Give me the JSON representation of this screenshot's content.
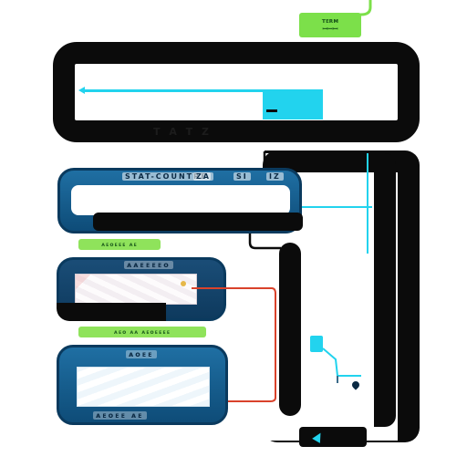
{
  "top_badge": {
    "line1": "ᴛᴇʀᴍ",
    "line2": "ꟷꟷꟷ"
  },
  "top_caption": "T A T Z",
  "panel1": {
    "label_left": "STAT-COUNTRE",
    "label_mid": "ZA",
    "label_right1": "SI",
    "label_right2": "IZ"
  },
  "pill1": "ᴀᴇᴏᴇᴇᴇ  ᴀᴇ",
  "panel2": {
    "label": "ᴀᴀᴇᴇᴇᴇᴏ"
  },
  "pill2": "ᴀᴇᴏ ᴀᴀ ᴀᴇᴏᴇᴇᴇᴇ",
  "panel3": {
    "label_top": "ᴀᴏᴇᴇ",
    "label_bottom": "ᴀᴇᴏᴇᴇ  ᴀᴇ"
  },
  "colors": {
    "frame": "#0b0b0b",
    "cyan": "#22d3ee",
    "blue_panel": "#1f6fa3",
    "green": "#7ce04a",
    "red_wire": "#d9422b"
  },
  "icons": [
    "arrow-left-icon",
    "pointer-icon",
    "pin-icon",
    "cursor-arrow-icon"
  ]
}
